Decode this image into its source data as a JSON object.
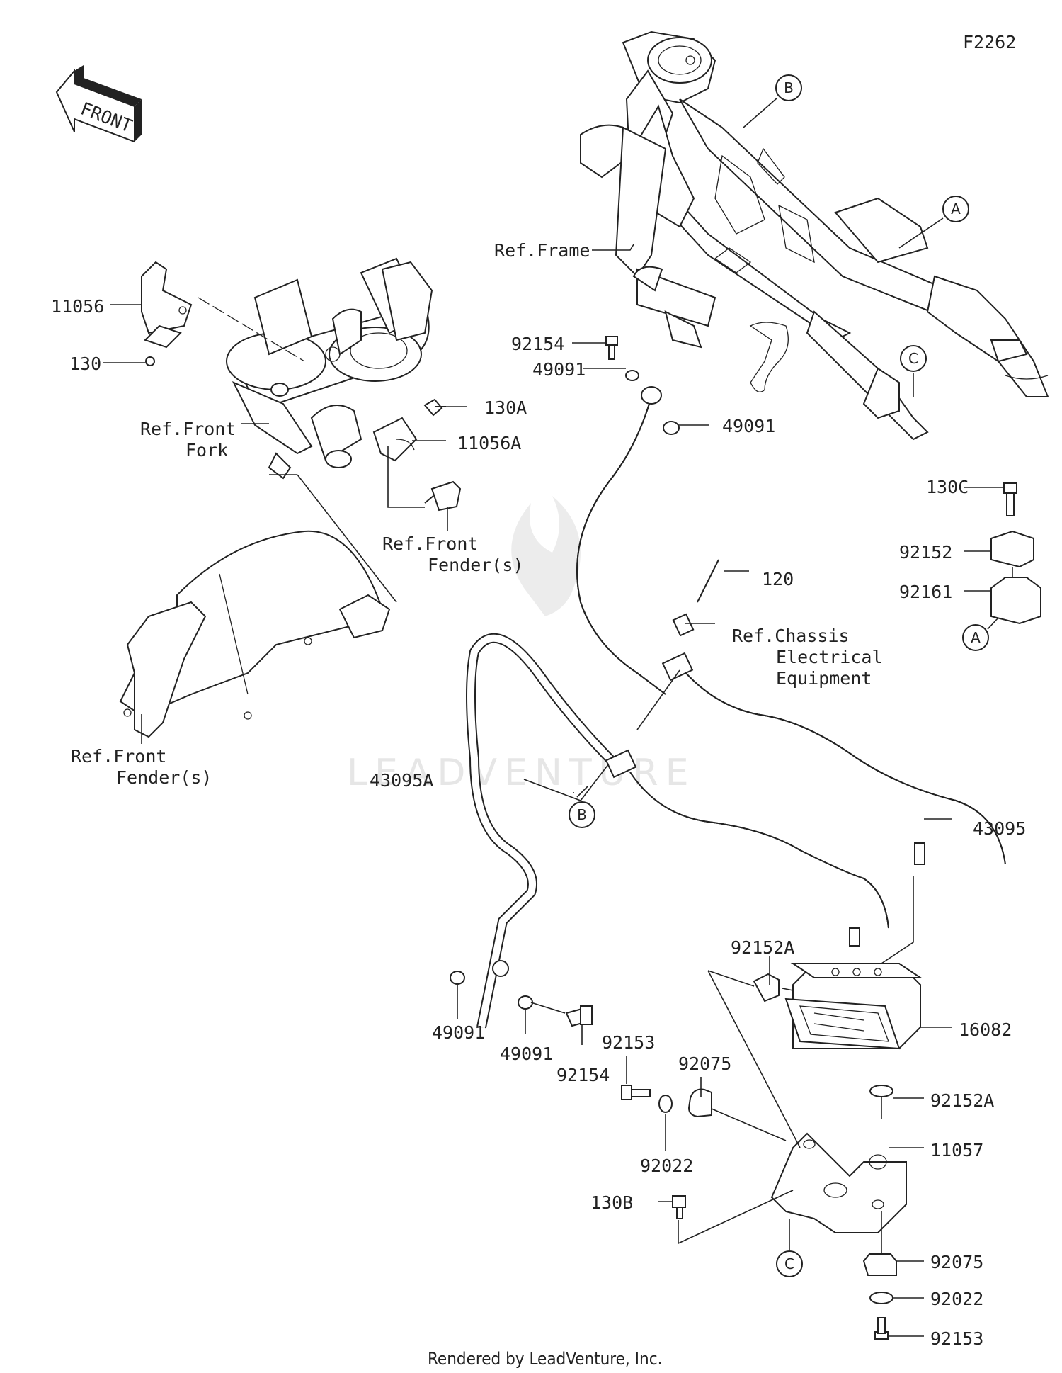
{
  "figure_code": "F2262",
  "front_arrow_text": "FRONT",
  "watermark": "LEADVENTURE",
  "footer": "Rendered by LeadVenture, Inc.",
  "callouts": {
    "A": "A",
    "B": "B",
    "C": "C"
  },
  "refs": {
    "frame": "Ref.Frame",
    "front_fork_1": "Ref.Front",
    "front_fork_2": "Fork",
    "front_fender_mid_1": "Ref.Front",
    "front_fender_mid_2": "Fender(s)",
    "front_fender_left_1": "Ref.Front",
    "front_fender_left_2": "Fender(s)",
    "chassis_1": "Ref.Chassis",
    "chassis_2": "Electrical",
    "chassis_3": "Equipment"
  },
  "parts": {
    "p11056": "11056",
    "p130": "130",
    "p130A": "130A",
    "p11056A": "11056A",
    "p92154_top": "92154",
    "p49091_top_left": "49091",
    "p49091_top_right": "49091",
    "p130C": "130C",
    "p92152": "92152",
    "p92161": "92161",
    "p120": "120",
    "p43095A": "43095A",
    "p43095": "43095",
    "p92152A_top": "92152A",
    "p16082": "16082",
    "p92152A_bottom": "92152A",
    "p11057": "11057",
    "p92075_right": "92075",
    "p92022_right": "92022",
    "p92153_right": "92153",
    "p49091_bottom_left": "49091",
    "p49091_bottom_mid": "49091",
    "p92154_bottom": "92154",
    "p92153_mid": "92153",
    "p92075_mid": "92075",
    "p92022_mid": "92022",
    "p130B": "130B"
  }
}
